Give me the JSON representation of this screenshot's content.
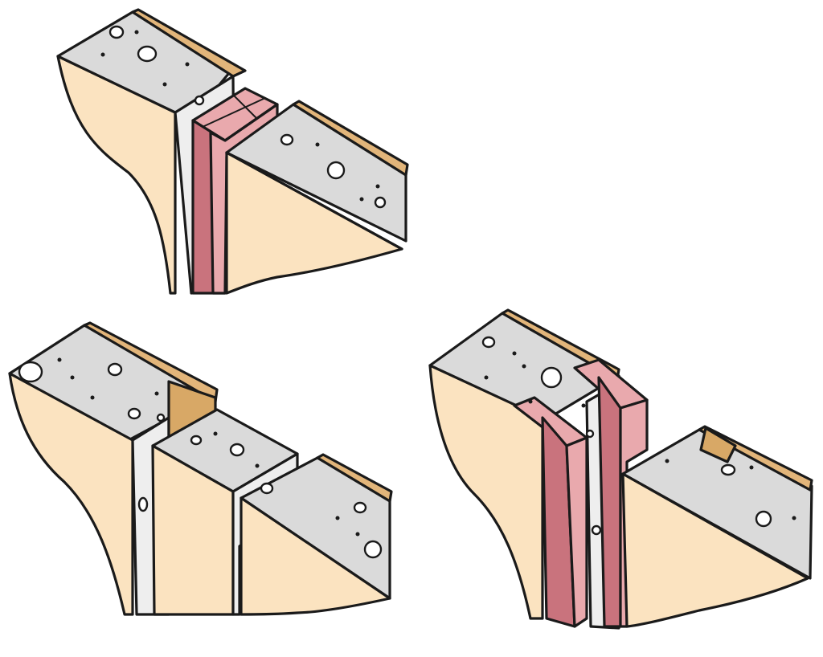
{
  "title": "",
  "colors": {
    "paper_face": "#fbe3c0",
    "paper_edge": "#e2b57a",
    "gypsum_core": "#dadada",
    "gypsum_light": "#eeeeee",
    "gap": "#ffffff",
    "spline": "#e9a9ad",
    "spline_dark": "#c9737d",
    "outline": "#1a1a1a"
  },
  "figures": [
    {
      "name": "joint-with-wood-spline"
    },
    {
      "name": "tongue-and-groove-joint"
    },
    {
      "name": "joint-with-two-splines"
    }
  ]
}
